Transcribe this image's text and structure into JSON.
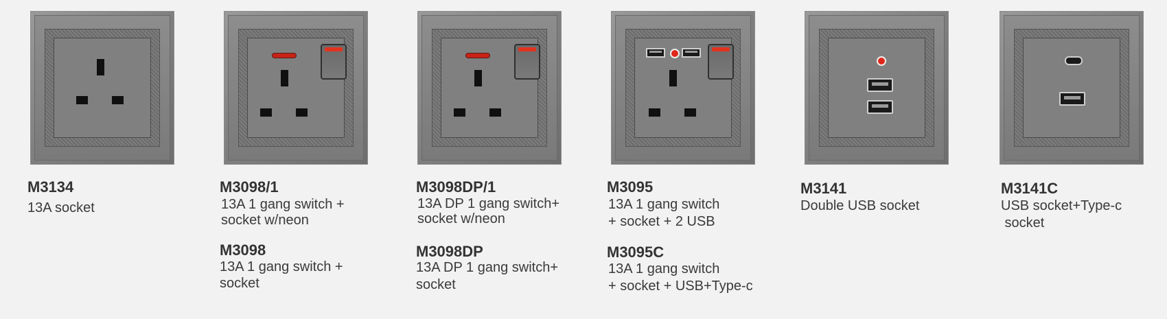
{
  "products": [
    {
      "entries": [
        {
          "code": "M3134",
          "lines": [
            "13A  socket"
          ]
        }
      ]
    },
    {
      "entries": [
        {
          "code": "M3098/1",
          "lines": [
            "13A 1 gang switch +",
            "socket w/neon"
          ]
        },
        {
          "code": "M3098",
          "lines": [
            "13A 1 gang switch +",
            "socket"
          ]
        }
      ]
    },
    {
      "entries": [
        {
          "code": "M3098DP/1",
          "lines": [
            "13A DP 1 gang switch+",
            "socket w/neon"
          ]
        },
        {
          "code": "M3098DP",
          "lines": [
            "13A DP 1 gang switch+",
            "socket"
          ]
        }
      ]
    },
    {
      "entries": [
        {
          "code": "M3095",
          "lines": [
            "13A 1 gang switch",
            "+ socket + 2 USB"
          ]
        },
        {
          "code": "M3095C",
          "lines": [
            "13A 1 gang switch",
            "+ socket + USB+Type-c"
          ]
        }
      ]
    },
    {
      "entries": [
        {
          "code": "M3141",
          "lines": [
            "Double  USB socket"
          ]
        }
      ]
    },
    {
      "entries": [
        {
          "code": "M3141C",
          "lines": [
            "USB socket+Type-c",
            " socket"
          ]
        }
      ]
    }
  ],
  "colors": {
    "background": "#f2f2f2",
    "plate": "#808080",
    "indicator_red": "#e0261a"
  }
}
